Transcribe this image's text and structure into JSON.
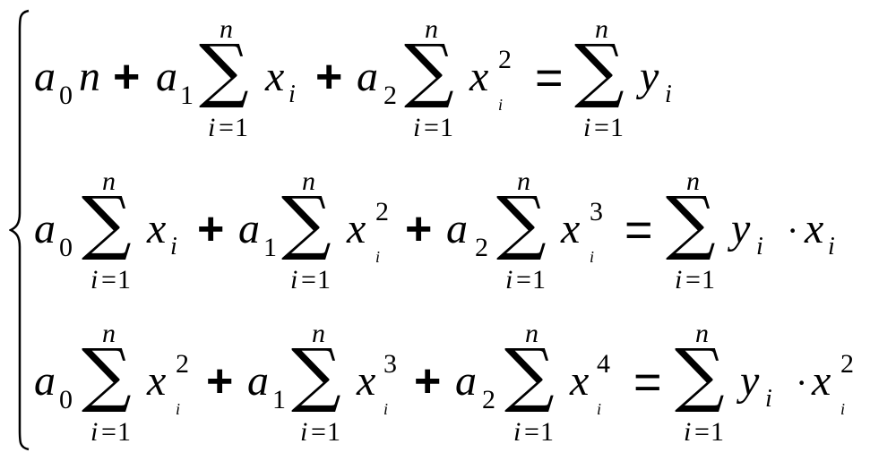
{
  "system": {
    "sigma": "∑",
    "upper": "n",
    "lower_var": "i",
    "lower_rel": "=",
    "lower_val": "1",
    "plus": "+",
    "equals": "=",
    "cdot": "·",
    "a": "a",
    "x": "x",
    "y": "y",
    "n": "n",
    "idx0": "0",
    "idx1": "1",
    "idx2": "2",
    "exp2": "2",
    "exp3": "3",
    "exp4": "4"
  }
}
